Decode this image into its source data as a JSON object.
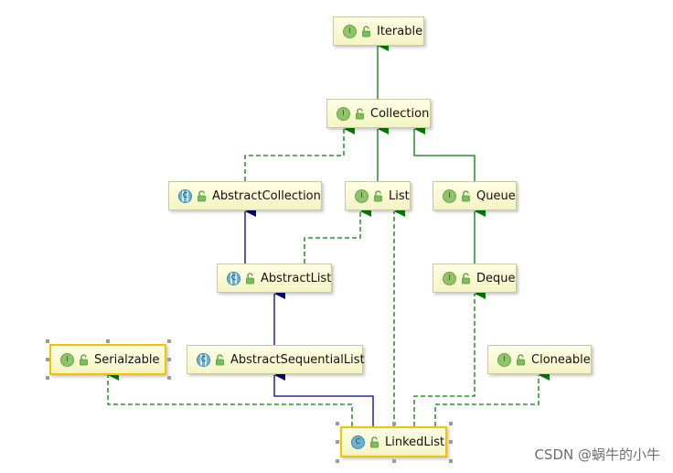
{
  "nodes": {
    "iterable": {
      "label": "Iterable",
      "kind": "interface",
      "badge": "I"
    },
    "collection": {
      "label": "Collection",
      "kind": "interface",
      "badge": "I"
    },
    "abstract_collection": {
      "label": "AbstractCollection",
      "kind": "abstract-class",
      "badge": "C"
    },
    "list": {
      "label": "List",
      "kind": "interface",
      "badge": "I"
    },
    "queue": {
      "label": "Queue",
      "kind": "interface",
      "badge": "I"
    },
    "abstract_list": {
      "label": "AbstractList",
      "kind": "abstract-class",
      "badge": "C"
    },
    "deque": {
      "label": "Deque",
      "kind": "interface",
      "badge": "I"
    },
    "serializable": {
      "label": "Serialzable",
      "kind": "interface",
      "badge": "I",
      "selected": true
    },
    "abstract_sequential_list": {
      "label": "AbstractSequentialList",
      "kind": "abstract-class",
      "badge": "C"
    },
    "cloneable": {
      "label": "Cloneable",
      "kind": "interface",
      "badge": "I"
    },
    "linked_list": {
      "label": "LinkedList",
      "kind": "class",
      "badge": "C",
      "selected": true
    }
  },
  "edges": [
    {
      "from": "collection",
      "to": "iterable",
      "type": "extends-interface"
    },
    {
      "from": "abstract_collection",
      "to": "collection",
      "type": "implements"
    },
    {
      "from": "list",
      "to": "collection",
      "type": "extends-interface"
    },
    {
      "from": "queue",
      "to": "collection",
      "type": "extends-interface"
    },
    {
      "from": "abstract_list",
      "to": "abstract_collection",
      "type": "extends-class"
    },
    {
      "from": "abstract_list",
      "to": "list",
      "type": "implements"
    },
    {
      "from": "deque",
      "to": "queue",
      "type": "extends-interface"
    },
    {
      "from": "abstract_sequential_list",
      "to": "abstract_list",
      "type": "extends-class"
    },
    {
      "from": "linked_list",
      "to": "abstract_sequential_list",
      "type": "extends-class"
    },
    {
      "from": "linked_list",
      "to": "serializable",
      "type": "implements"
    },
    {
      "from": "linked_list",
      "to": "list",
      "type": "implements"
    },
    {
      "from": "linked_list",
      "to": "deque",
      "type": "implements"
    },
    {
      "from": "linked_list",
      "to": "cloneable",
      "type": "implements"
    }
  ],
  "colors": {
    "interface_arrow": "#008000",
    "class_arrow": "#00007f",
    "selection_border": "#f2c300",
    "node_fill": "#f8f8d0"
  },
  "watermark": "CSDN @蜗牛的小牛"
}
